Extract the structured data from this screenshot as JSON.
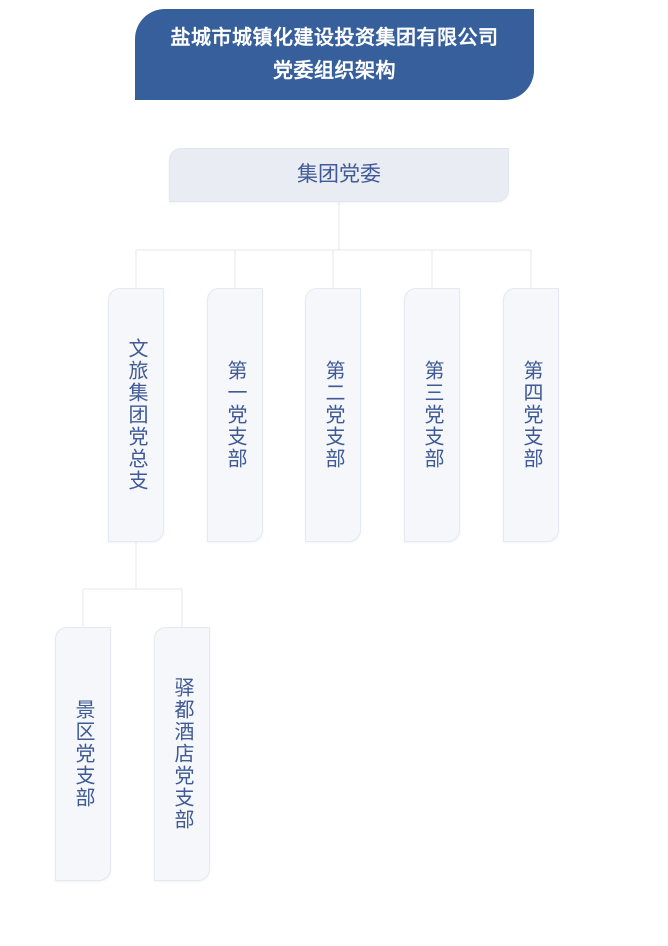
{
  "banner": {
    "title": "盐城市城镇化建设投资集团有限公司\n党委组织架构",
    "bg_color": "#365f9c",
    "text_color": "#ffffff"
  },
  "theme": {
    "node_fill": "#f5f7fb",
    "node_border": "#e4e9f2",
    "root_fill": "#e9edf3",
    "node_text": "#3f5a96",
    "connector_color": "#e3e7ee",
    "page_bg": "#ffffff"
  },
  "chart_data": {
    "type": "diagram",
    "diagram_type": "org-chart",
    "title": "盐城市城镇化建设投资集团有限公司党委组织架构",
    "orientation": "top-down",
    "levels": 3,
    "nodes": [
      {
        "id": "root",
        "label": "集团党委",
        "level": 0,
        "parent": null,
        "text_direction": "horizontal"
      },
      {
        "id": "n1",
        "label": "文旅集团党总支",
        "level": 1,
        "parent": "root",
        "text_direction": "vertical"
      },
      {
        "id": "n2",
        "label": "第一党支部",
        "level": 1,
        "parent": "root",
        "text_direction": "vertical"
      },
      {
        "id": "n3",
        "label": "第二党支部",
        "level": 1,
        "parent": "root",
        "text_direction": "vertical"
      },
      {
        "id": "n4",
        "label": "第三党支部",
        "level": 1,
        "parent": "root",
        "text_direction": "vertical"
      },
      {
        "id": "n5",
        "label": "第四党支部",
        "level": 1,
        "parent": "root",
        "text_direction": "vertical"
      },
      {
        "id": "n6",
        "label": "景区党支部",
        "level": 2,
        "parent": "n1",
        "text_direction": "vertical"
      },
      {
        "id": "n7",
        "label": "驿都酒店党支部",
        "level": 2,
        "parent": "n1",
        "text_direction": "vertical"
      }
    ],
    "edges": [
      {
        "from": "root",
        "to": "n1"
      },
      {
        "from": "root",
        "to": "n2"
      },
      {
        "from": "root",
        "to": "n3"
      },
      {
        "from": "root",
        "to": "n4"
      },
      {
        "from": "root",
        "to": "n5"
      },
      {
        "from": "n1",
        "to": "n6"
      },
      {
        "from": "n1",
        "to": "n7"
      }
    ]
  },
  "nodes": {
    "root": {
      "label": "集团党委"
    },
    "n1": {
      "label": "文旅集团党总支"
    },
    "n2": {
      "label": "第一党支部"
    },
    "n3": {
      "label": "第二党支部"
    },
    "n4": {
      "label": "第三党支部"
    },
    "n5": {
      "label": "第四党支部"
    },
    "n6": {
      "label": "景区党支部"
    },
    "n7": {
      "label": "驿都酒店党支部"
    }
  }
}
